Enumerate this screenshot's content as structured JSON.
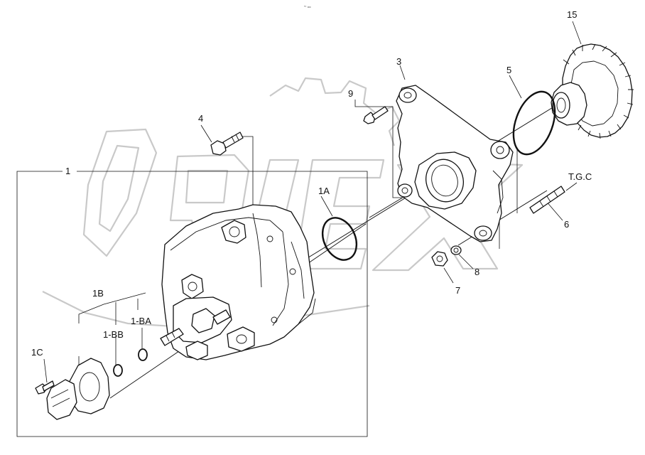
{
  "header": {
    "page_code": "ᴿᵉ ₀₀₀"
  },
  "watermark": {
    "brand": "ORIEX"
  },
  "callouts": {
    "c1": "1",
    "c1a": "1A",
    "c1b": "1B",
    "c1ba": "1-BA",
    "c1bb": "1-BB",
    "c1c": "1C",
    "c3": "3",
    "c4": "4",
    "c5": "5",
    "c6": "6",
    "c7": "7",
    "c8": "8",
    "c9": "9",
    "c15": "15",
    "tgc": "T.G.C"
  },
  "colors": {
    "line": "#111111",
    "watermark": "#c9c9c9",
    "background": "#ffffff"
  }
}
